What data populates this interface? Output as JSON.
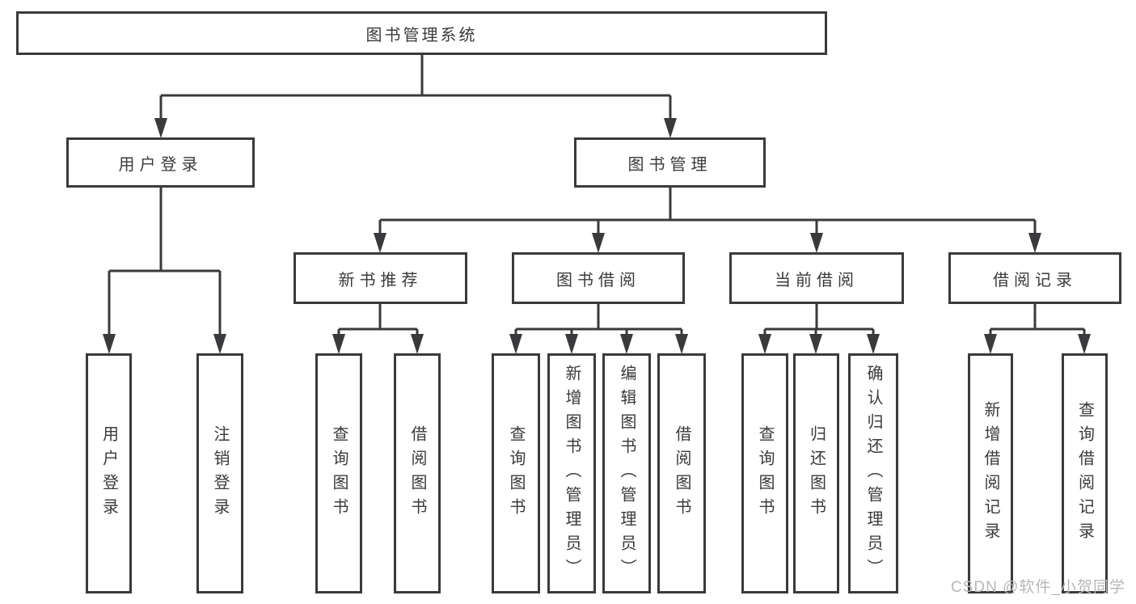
{
  "nodes": {
    "root": "图书管理系统",
    "user_login": "用户登录",
    "book_mgmt": "图书管理",
    "new_book_rec": "新书推荐",
    "book_borrow": "图书借阅",
    "current_borrow": "当前借阅",
    "borrow_records": "借阅记录"
  },
  "leaves": {
    "user_login": "用户登录",
    "logout": "注销登录",
    "query_book_1": "查询图书",
    "borrow_book_1": "借阅图书",
    "query_book_2": "查询图书",
    "add_book_admin": "新增图书（管理员）",
    "edit_book_admin": "编辑图书（管理员）",
    "borrow_book_2": "借阅图书",
    "query_book_3": "查询图书",
    "return_book": "归还图书",
    "confirm_return_admin": "确认归还（管理员）",
    "add_borrow_record": "新增借阅记录",
    "query_borrow_record": "查询借阅记录"
  },
  "watermark": "CSDN @软件_小贺同学",
  "colors": {
    "background": "#ffffff",
    "line": "#3a3a3c",
    "box_border": "#3a3a3c",
    "text": "#3a3a3c",
    "watermark": "#b7b7b7"
  }
}
